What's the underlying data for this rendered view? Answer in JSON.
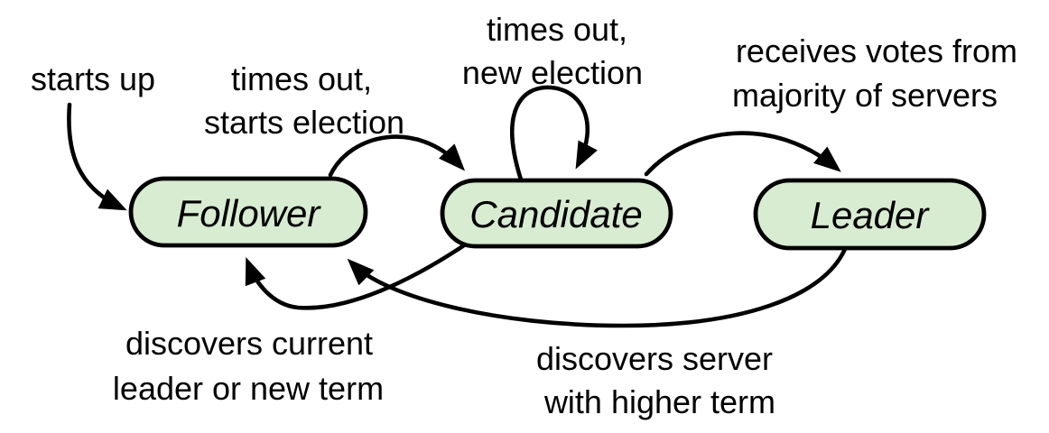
{
  "diagram": {
    "background": "#ffffff",
    "node_fill": "#d8ecd2",
    "node_stroke": "#000000",
    "arrow_color": "#000000",
    "states": [
      {
        "id": "follower",
        "label": "Follower"
      },
      {
        "id": "candidate",
        "label": "Candidate"
      },
      {
        "id": "leader",
        "label": "Leader"
      }
    ],
    "transitions": [
      {
        "id": "startup",
        "from": "start",
        "to": "follower",
        "label_lines": [
          "starts up"
        ]
      },
      {
        "id": "follower-to-candidate",
        "from": "follower",
        "to": "candidate",
        "label_lines": [
          "times out,",
          "starts election"
        ]
      },
      {
        "id": "candidate-self-loop",
        "from": "candidate",
        "to": "candidate",
        "label_lines": [
          "times out,",
          "new election"
        ]
      },
      {
        "id": "candidate-to-leader",
        "from": "candidate",
        "to": "leader",
        "label_lines": [
          "receives votes from",
          "majority of servers"
        ]
      },
      {
        "id": "candidate-to-follower",
        "from": "candidate",
        "to": "follower",
        "label_lines": [
          "discovers current",
          "leader or new term"
        ]
      },
      {
        "id": "leader-to-follower",
        "from": "leader",
        "to": "follower",
        "label_lines": [
          "discovers server",
          "with higher term"
        ]
      }
    ]
  }
}
